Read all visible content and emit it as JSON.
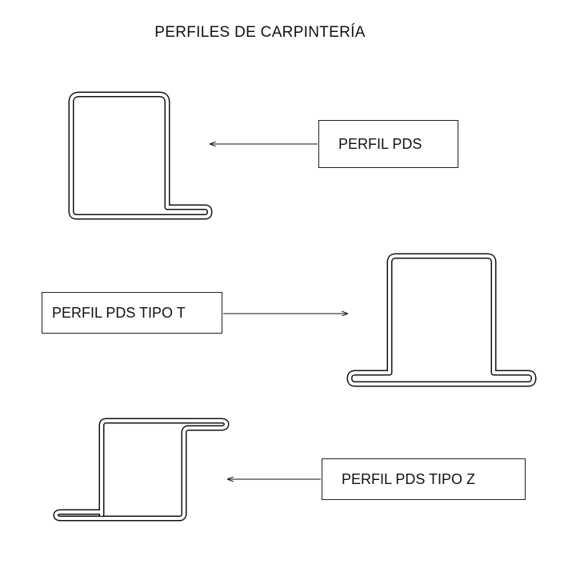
{
  "title": "PERFILES DE CARPINTERÍA",
  "profiles": [
    {
      "id": "pds",
      "label": "PERFIL PDS"
    },
    {
      "id": "tipo-t",
      "label": "PERFIL PDS TIPO T"
    },
    {
      "id": "tipo-z",
      "label": "PERFIL PDS TIPO Z"
    }
  ],
  "colors": {
    "line": "#111111",
    "background": "#ffffff"
  }
}
